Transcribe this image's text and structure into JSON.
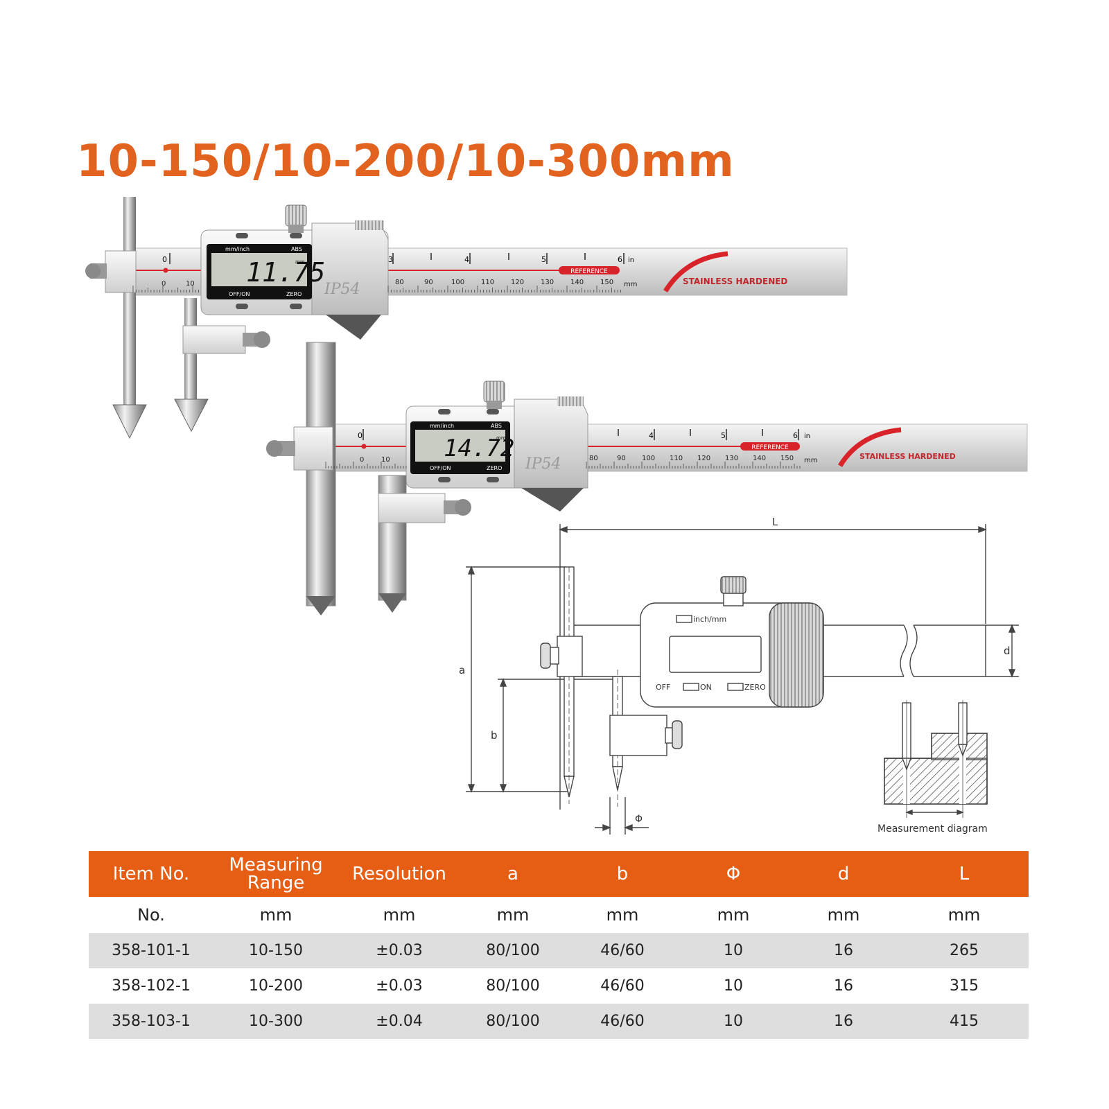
{
  "title": "10-150/10-200/10-300mm",
  "caliper_top": {
    "display_value": "11.75",
    "display_unit": "mm",
    "display_top_left": "mm/inch",
    "display_top_right": "ABS",
    "btn_off_on": "OFF/ON",
    "btn_zero": "ZERO",
    "ip_rating": "IP54",
    "scale_inch": [
      "0",
      "3",
      "4",
      "5",
      "6"
    ],
    "scale_inch_unit": "in",
    "scale_mm": [
      "0",
      "10",
      "80",
      "90",
      "100",
      "110",
      "120",
      "130",
      "140",
      "150"
    ],
    "scale_mm_unit": "mm",
    "reference": "REFERENCE",
    "stainless": "STAINLESS HARDENED"
  },
  "caliper_bottom": {
    "display_value": "14.72",
    "display_unit": "mm",
    "display_top_left": "mm/inch",
    "display_top_right": "ABS",
    "btn_off_on": "OFF/ON",
    "btn_zero": "ZERO",
    "ip_rating": "IP54",
    "scale_inch": [
      "0",
      "4",
      "5",
      "6"
    ],
    "scale_inch_unit": "in",
    "scale_mm": [
      "0",
      "10",
      "80",
      "90",
      "100",
      "110",
      "120",
      "130",
      "140",
      "150"
    ],
    "scale_mm_unit": "mm",
    "reference": "REFERENCE",
    "stainless": "STAINLESS HARDENED"
  },
  "diagram": {
    "label_L": "L",
    "label_a": "a",
    "label_b": "b",
    "label_d": "d",
    "label_phi": "Φ",
    "inch_mm": "inch/mm",
    "off": "OFF",
    "on": "ON",
    "zero": "ZERO",
    "measurement_caption": "Measurement diagram"
  },
  "table": {
    "headers": [
      "Item No.",
      "Measuring Range",
      "Resolution",
      "a",
      "b",
      "Φ",
      "d",
      "L"
    ],
    "units": [
      "No.",
      "mm",
      "mm",
      "mm",
      "mm",
      "mm",
      "mm",
      "mm"
    ],
    "rows": [
      [
        "358-101-1",
        "10-150",
        "±0.03",
        "80/100",
        "46/60",
        "10",
        "16",
        "265"
      ],
      [
        "358-102-1",
        "10-200",
        "±0.03",
        "80/100",
        "46/60",
        "10",
        "16",
        "315"
      ],
      [
        "358-103-1",
        "10-300",
        "±0.04",
        "80/100",
        "46/60",
        "10",
        "16",
        "415"
      ]
    ]
  },
  "colors": {
    "accent": "#e2621f",
    "table_header": "#e65d14",
    "row_shade": "#dedede",
    "scale_red": "#d8232a"
  }
}
